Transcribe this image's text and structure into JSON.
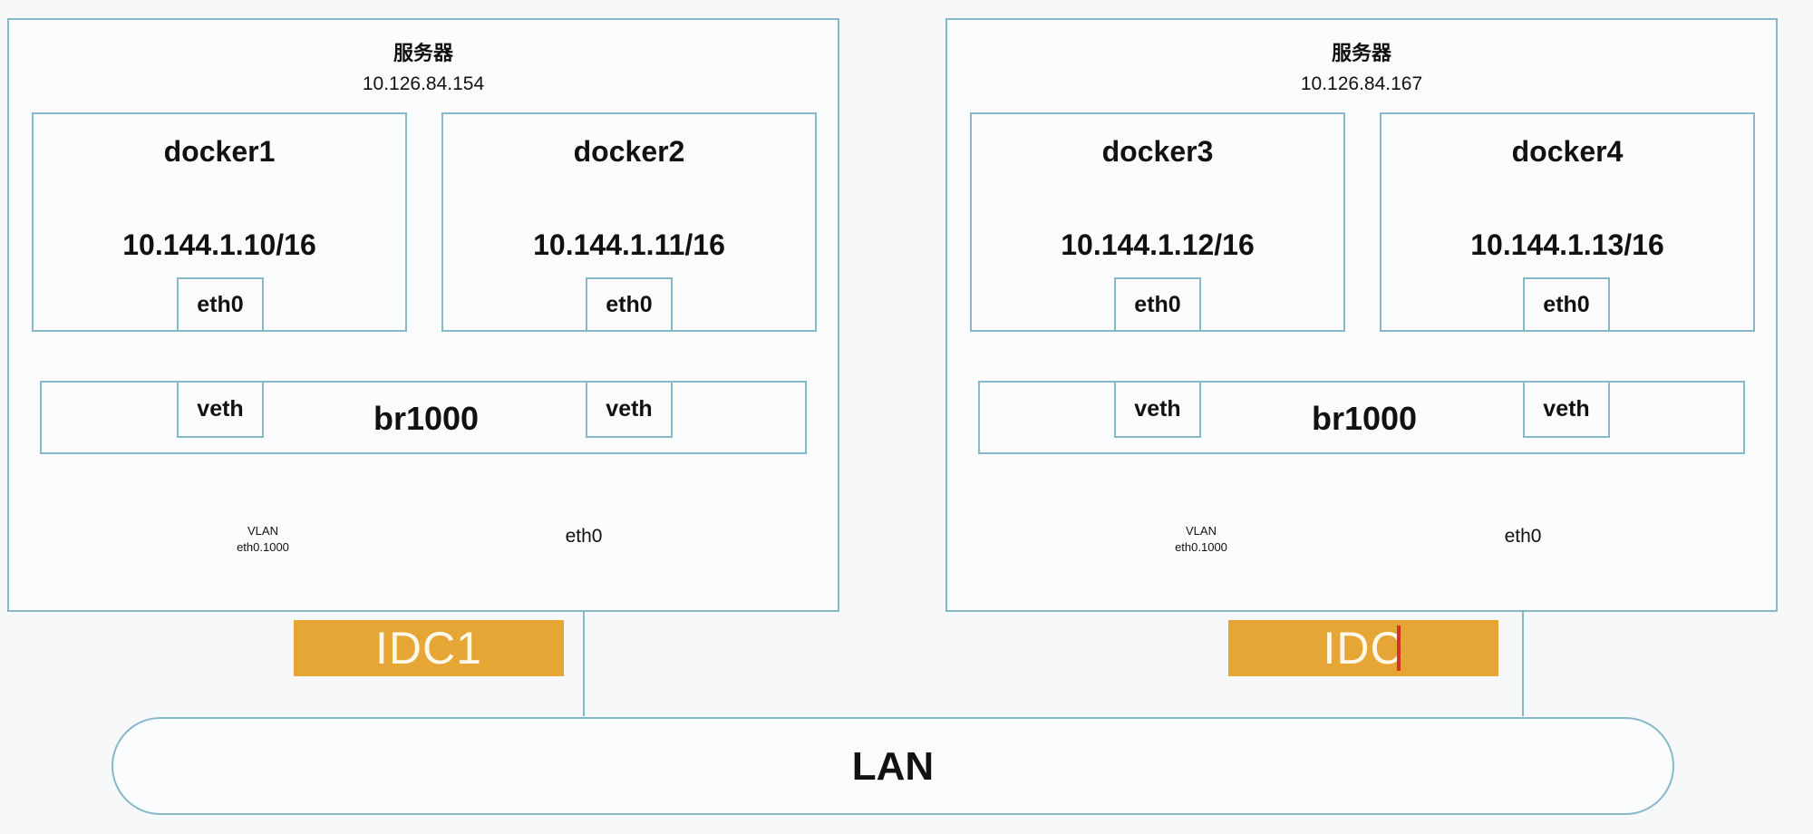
{
  "servers": [
    {
      "title": "服务器",
      "ip": "10.126.84.154",
      "dockers": [
        {
          "name": "docker1",
          "ip": "10.144.1.10/16",
          "eth": "eth0",
          "veth": "veth"
        },
        {
          "name": "docker2",
          "ip": "10.144.1.11/16",
          "eth": "eth0",
          "veth": "veth"
        }
      ],
      "bridge": "br1000",
      "vlan": {
        "line1": "VLAN",
        "line2": "eth0.1000"
      },
      "nic": "eth0",
      "idc": "IDC1"
    },
    {
      "title": "服务器",
      "ip": "10.126.84.167",
      "dockers": [
        {
          "name": "docker3",
          "ip": "10.144.1.12/16",
          "eth": "eth0",
          "veth": "veth"
        },
        {
          "name": "docker4",
          "ip": "10.144.1.13/16",
          "eth": "eth0",
          "veth": "veth"
        }
      ],
      "bridge": "br1000",
      "vlan": {
        "line1": "VLAN",
        "line2": "eth0.1000"
      },
      "nic": "eth0",
      "idc": "IDC"
    }
  ],
  "lan": "LAN",
  "colors": {
    "border": "#86b8c9",
    "idc": "#e6a636",
    "cursor": "#d93025"
  }
}
